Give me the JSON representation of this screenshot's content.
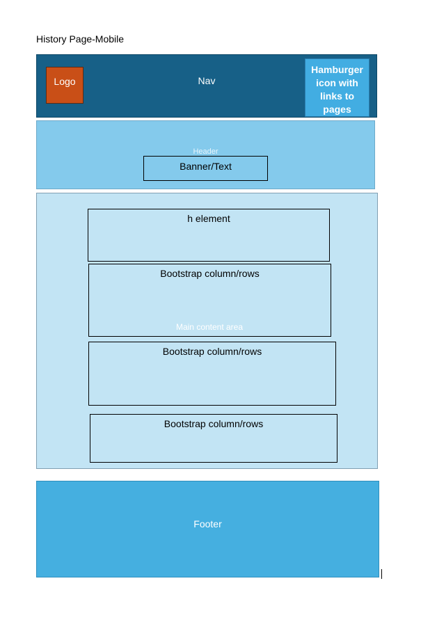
{
  "page_title": "History Page-Mobile",
  "nav": {
    "logo": "Logo",
    "label": "Nav",
    "hamburger": "Hamburger icon with links to pages"
  },
  "header": {
    "label": "Header",
    "banner": "Banner/Text"
  },
  "main": {
    "label": "Main content area",
    "h_element": "h element",
    "rows": [
      "Bootstrap column/rows",
      "Bootstrap column/rows",
      "Bootstrap column/rows"
    ]
  },
  "footer": {
    "label": "Footer"
  },
  "colors": {
    "nav": "#176087",
    "logo": "#c94f17",
    "hamburger": "#42ade2",
    "header": "#84caec",
    "main": "#c2e4f4",
    "footer": "#45afe0"
  }
}
